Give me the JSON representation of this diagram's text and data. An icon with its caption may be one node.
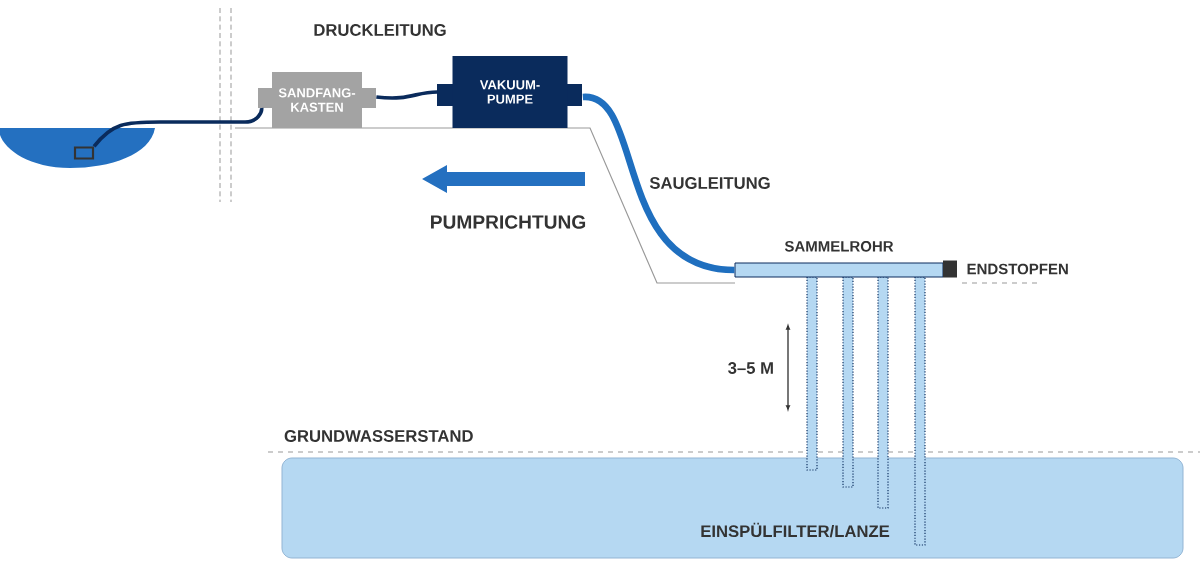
{
  "diagram": {
    "nodes": [
      {
        "text": [],
        "shape": "box"
      },
      {
        "text": [
          "SANDFANG- KASTEN"
        ]
      },
      {
        "text": [
          "VAKUUM- PUMPE"
        ]
      },
      {
        "text": [
          "SAMMELROHR"
        ]
      },
      {
        "text": [],
        "shape": "box",
        "beside": [
          "ENDSTOPFEN"
        ]
      }
    ],
    "edges": [
      {
        "from": 0,
        "to": 1,
        "arrow": "none"
      },
      {
        "from": 1,
        "to": 2,
        "arrow": "none"
      },
      {
        "from": 2,
        "to": 3,
        "arrow": "none",
        "style": "thick",
        "color": "#1f6fbf"
      }
    ],
    "labels": [
      "DRUCKLEITUNG",
      "SAUGLEITUNG",
      "PUMPRICHTUNG",
      "3–5 M",
      "GRUNDWASSERSTAND",
      "EINSPÜLFILTER/LANZE"
    ]
  }
}
